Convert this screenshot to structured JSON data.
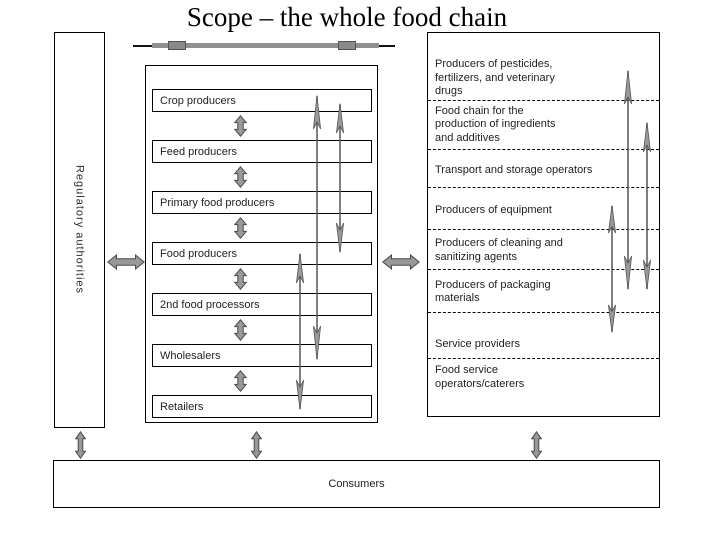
{
  "title": "Scope – the whole food chain",
  "regulatory_label": "Regulatory authorities",
  "chain_boxes": [
    "Crop producers",
    "Feed producers",
    "Primary food producers",
    "Food producers",
    "2nd food processors",
    "Wholesalers",
    "Retailers"
  ],
  "right_sections": [
    {
      "lines": [
        "Producers of pesticides,",
        "fertilizers, and veterinary",
        "drugs"
      ]
    },
    {
      "lines": [
        "Food chain for the",
        "production of ingredients",
        "and additives"
      ]
    },
    {
      "lines": [
        "Transport and storage operators"
      ]
    },
    {
      "lines": [
        "Producers of equipment"
      ]
    },
    {
      "lines": [
        "Producers of cleaning and",
        "sanitizing agents"
      ]
    },
    {
      "lines": [
        "Producers of packaging",
        "materials"
      ]
    },
    {
      "lines": [
        "Service providers"
      ]
    },
    {
      "lines": [
        "Food service",
        "operators/caterers"
      ]
    }
  ],
  "consumers_label": "Consumers",
  "colors": {
    "arrow_fill": "#999999",
    "arrow_outline": "#4a4a4a",
    "border": "#000000",
    "decor_gray": "#8a8a8a"
  }
}
